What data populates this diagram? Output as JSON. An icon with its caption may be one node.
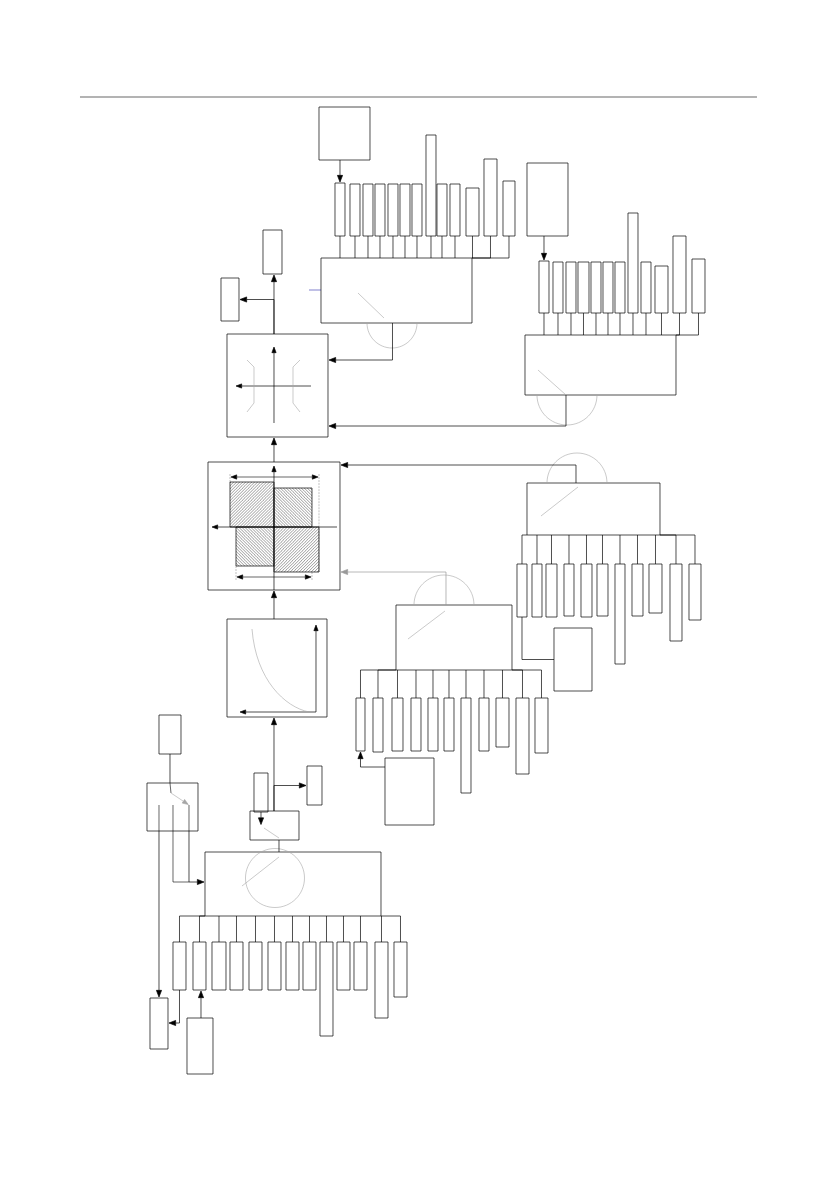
{
  "diagram": {
    "nodes": [
      {
        "text": [],
        "shape": "box"
      },
      {
        "text": [],
        "shape": "box"
      },
      {
        "text": [],
        "shape": "box"
      },
      {
        "text": [],
        "shape": "box"
      },
      {
        "text": [],
        "shape": "box"
      },
      {
        "text": [],
        "shape": "box"
      },
      {
        "text": [],
        "shape": "box"
      },
      {
        "text": [],
        "shape": "box"
      },
      {
        "text": [],
        "shape": "box"
      },
      {
        "text": [],
        "shape": "box"
      },
      {
        "text": [],
        "shape": "box"
      },
      {
        "text": [],
        "shape": "box"
      },
      {
        "text": [],
        "shape": "box"
      },
      {
        "text": [],
        "shape": "box"
      },
      {
        "text": [],
        "shape": "box"
      },
      {
        "text": [],
        "shape": "box"
      },
      {
        "text": [],
        "shape": "box"
      },
      {
        "text": [],
        "shape": "box"
      },
      {
        "text": [],
        "shape": "box"
      },
      {
        "text": [],
        "shape": "box"
      },
      {
        "text": [],
        "shape": "box"
      },
      {
        "text": [],
        "shape": "box"
      },
      {
        "text": [],
        "shape": "box"
      },
      {
        "text": [],
        "shape": "box"
      },
      {
        "text": [],
        "shape": "box"
      },
      {
        "text": [],
        "shape": "box"
      },
      {
        "text": [],
        "shape": "box"
      },
      {
        "text": [],
        "shape": "box"
      },
      {
        "text": [],
        "shape": "box"
      },
      {
        "text": [],
        "shape": "box"
      },
      {
        "text": [],
        "shape": "box"
      },
      {
        "text": [],
        "shape": "box"
      },
      {
        "text": [],
        "shape": "box"
      },
      {
        "text": [],
        "shape": "box"
      },
      {
        "text": [],
        "shape": "box"
      },
      {
        "text": [],
        "shape": "box"
      },
      {
        "text": [],
        "shape": "box"
      },
      {
        "text": [],
        "shape": "box"
      },
      {
        "text": [],
        "shape": "box"
      },
      {
        "text": [],
        "shape": "box"
      },
      {
        "text": [],
        "shape": "box"
      },
      {
        "text": [],
        "shape": "box"
      },
      {
        "text": [],
        "shape": "box"
      },
      {
        "text": [],
        "shape": "box"
      },
      {
        "text": [],
        "shape": "box"
      },
      {
        "text": [],
        "shape": "box"
      },
      {
        "text": [],
        "shape": "box"
      },
      {
        "text": [],
        "shape": "box"
      },
      {
        "text": [],
        "shape": "box"
      },
      {
        "text": [],
        "shape": "box"
      },
      {
        "text": [],
        "shape": "box"
      },
      {
        "text": [],
        "shape": "box"
      },
      {
        "text": [],
        "shape": "box"
      },
      {
        "text": [],
        "shape": "box"
      },
      {
        "text": [],
        "shape": "box"
      },
      {
        "text": [],
        "shape": "box"
      },
      {
        "text": [],
        "shape": "box"
      },
      {
        "text": [],
        "shape": "box"
      },
      {
        "text": [],
        "shape": "box"
      },
      {
        "text": [],
        "shape": "box"
      },
      {
        "text": [],
        "shape": "box"
      },
      {
        "text": [],
        "shape": "box"
      },
      {
        "text": [],
        "shape": "box"
      },
      {
        "text": [],
        "shape": "box"
      },
      {
        "text": [],
        "shape": "box"
      },
      {
        "text": [],
        "shape": "box"
      },
      {
        "text": [],
        "shape": "box"
      },
      {
        "text": [],
        "shape": "box"
      },
      {
        "text": [],
        "shape": "box"
      },
      {
        "text": [],
        "shape": "box"
      },
      {
        "text": [],
        "shape": "box"
      },
      {
        "text": [],
        "shape": "box"
      },
      {
        "text": [],
        "shape": "box"
      },
      {
        "text": [],
        "shape": "box"
      },
      {
        "text": [],
        "shape": "box"
      },
      {
        "text": [],
        "shape": "box"
      },
      {
        "text": [],
        "shape": "box"
      },
      {
        "text": [],
        "shape": "box"
      },
      {
        "text": [],
        "shape": "box"
      },
      {
        "text": [],
        "shape": "box"
      },
      {
        "text": [],
        "shape": "box"
      }
    ],
    "edges": [
      {
        "from": 0,
        "to": 1,
        "arrow": "to"
      },
      {
        "from": 1,
        "to": 14,
        "arrow": "none"
      },
      {
        "from": 2,
        "to": 14,
        "arrow": "none"
      },
      {
        "from": 3,
        "to": 14,
        "arrow": "none"
      },
      {
        "from": 4,
        "to": 14,
        "arrow": "none"
      },
      {
        "from": 5,
        "to": 14,
        "arrow": "none"
      },
      {
        "from": 6,
        "to": 14,
        "arrow": "none"
      },
      {
        "from": 7,
        "to": 14,
        "arrow": "none"
      },
      {
        "from": 8,
        "to": 14,
        "arrow": "none"
      },
      {
        "from": 9,
        "to": 14,
        "arrow": "none"
      },
      {
        "from": 10,
        "to": 14,
        "arrow": "none"
      },
      {
        "from": 11,
        "to": 14,
        "arrow": "none"
      },
      {
        "from": 12,
        "to": 14,
        "arrow": "none"
      },
      {
        "from": 13,
        "to": 14,
        "arrow": "none"
      },
      {
        "from": 14,
        "to": 31,
        "arrow": "to"
      },
      {
        "from": 15,
        "to": 16,
        "arrow": "to"
      },
      {
        "from": 16,
        "to": 28,
        "arrow": "none"
      },
      {
        "from": 17,
        "to": 28,
        "arrow": "none"
      },
      {
        "from": 18,
        "to": 28,
        "arrow": "none"
      },
      {
        "from": 19,
        "to": 28,
        "arrow": "none"
      },
      {
        "from": 20,
        "to": 28,
        "arrow": "none"
      },
      {
        "from": 21,
        "to": 28,
        "arrow": "none"
      },
      {
        "from": 22,
        "to": 28,
        "arrow": "none"
      },
      {
        "from": 23,
        "to": 28,
        "arrow": "none"
      },
      {
        "from": 24,
        "to": 28,
        "arrow": "none"
      },
      {
        "from": 25,
        "to": 28,
        "arrow": "none"
      },
      {
        "from": 26,
        "to": 28,
        "arrow": "none"
      },
      {
        "from": 27,
        "to": 28,
        "arrow": "none"
      },
      {
        "from": 28,
        "to": 31,
        "arrow": "to"
      },
      {
        "from": 31,
        "to": 29,
        "arrow": "to"
      },
      {
        "from": 31,
        "to": 30,
        "arrow": "to"
      },
      {
        "from": 32,
        "to": 31,
        "arrow": "to"
      },
      {
        "from": 33,
        "to": 32,
        "arrow": "to"
      },
      {
        "from": 34,
        "to": 33,
        "arrow": "none"
      },
      {
        "from": 35,
        "to": 33,
        "arrow": "none"
      },
      {
        "from": 36,
        "to": 33,
        "arrow": "none"
      },
      {
        "from": 37,
        "to": 33,
        "arrow": "none"
      },
      {
        "from": 38,
        "to": 33,
        "arrow": "none"
      },
      {
        "from": 39,
        "to": 33,
        "arrow": "none"
      },
      {
        "from": 40,
        "to": 33,
        "arrow": "none"
      },
      {
        "from": 41,
        "to": 33,
        "arrow": "none"
      },
      {
        "from": 42,
        "to": 33,
        "arrow": "none"
      },
      {
        "from": 43,
        "to": 33,
        "arrow": "none"
      },
      {
        "from": 44,
        "to": 33,
        "arrow": "none"
      },
      {
        "from": 34,
        "to": 45,
        "arrow": "none"
      },
      {
        "from": 46,
        "to": 32,
        "arrow": "to"
      },
      {
        "from": 47,
        "to": 32,
        "arrow": "to",
        "color": "#999999"
      },
      {
        "from": 48,
        "to": 47,
        "arrow": "none"
      },
      {
        "from": 49,
        "to": 47,
        "arrow": "none"
      },
      {
        "from": 50,
        "to": 47,
        "arrow": "none"
      },
      {
        "from": 51,
        "to": 47,
        "arrow": "none"
      },
      {
        "from": 52,
        "to": 47,
        "arrow": "none"
      },
      {
        "from": 53,
        "to": 47,
        "arrow": "none"
      },
      {
        "from": 54,
        "to": 47,
        "arrow": "none"
      },
      {
        "from": 55,
        "to": 47,
        "arrow": "none"
      },
      {
        "from": 56,
        "to": 47,
        "arrow": "none"
      },
      {
        "from": 57,
        "to": 47,
        "arrow": "none"
      },
      {
        "from": 58,
        "to": 47,
        "arrow": "none"
      },
      {
        "from": 59,
        "to": 48,
        "arrow": "to"
      },
      {
        "from": 60,
        "to": 61,
        "arrow": "none"
      },
      {
        "from": 61,
        "to": 65,
        "arrow": "to"
      },
      {
        "from": 61,
        "to": 79,
        "arrow": "to"
      },
      {
        "from": 64,
        "to": 46,
        "arrow": "to"
      },
      {
        "from": 64,
        "to": 63,
        "arrow": "to"
      },
      {
        "from": 65,
        "to": 64,
        "arrow": "none"
      },
      {
        "from": 66,
        "to": 65,
        "arrow": "none"
      },
      {
        "from": 67,
        "to": 65,
        "arrow": "none"
      },
      {
        "from": 68,
        "to": 65,
        "arrow": "none"
      },
      {
        "from": 69,
        "to": 65,
        "arrow": "none"
      },
      {
        "from": 70,
        "to": 65,
        "arrow": "none"
      },
      {
        "from": 71,
        "to": 65,
        "arrow": "none"
      },
      {
        "from": 72,
        "to": 65,
        "arrow": "none"
      },
      {
        "from": 73,
        "to": 65,
        "arrow": "none"
      },
      {
        "from": 74,
        "to": 65,
        "arrow": "none"
      },
      {
        "from": 75,
        "to": 65,
        "arrow": "none"
      },
      {
        "from": 76,
        "to": 65,
        "arrow": "none"
      },
      {
        "from": 77,
        "to": 65,
        "arrow": "none"
      },
      {
        "from": 78,
        "to": 65,
        "arrow": "none"
      },
      {
        "from": 66,
        "to": 79,
        "arrow": "to"
      },
      {
        "from": 80,
        "to": 67,
        "arrow": "to"
      },
      {
        "from": 62,
        "to": 64,
        "arrow": "to"
      }
    ]
  }
}
